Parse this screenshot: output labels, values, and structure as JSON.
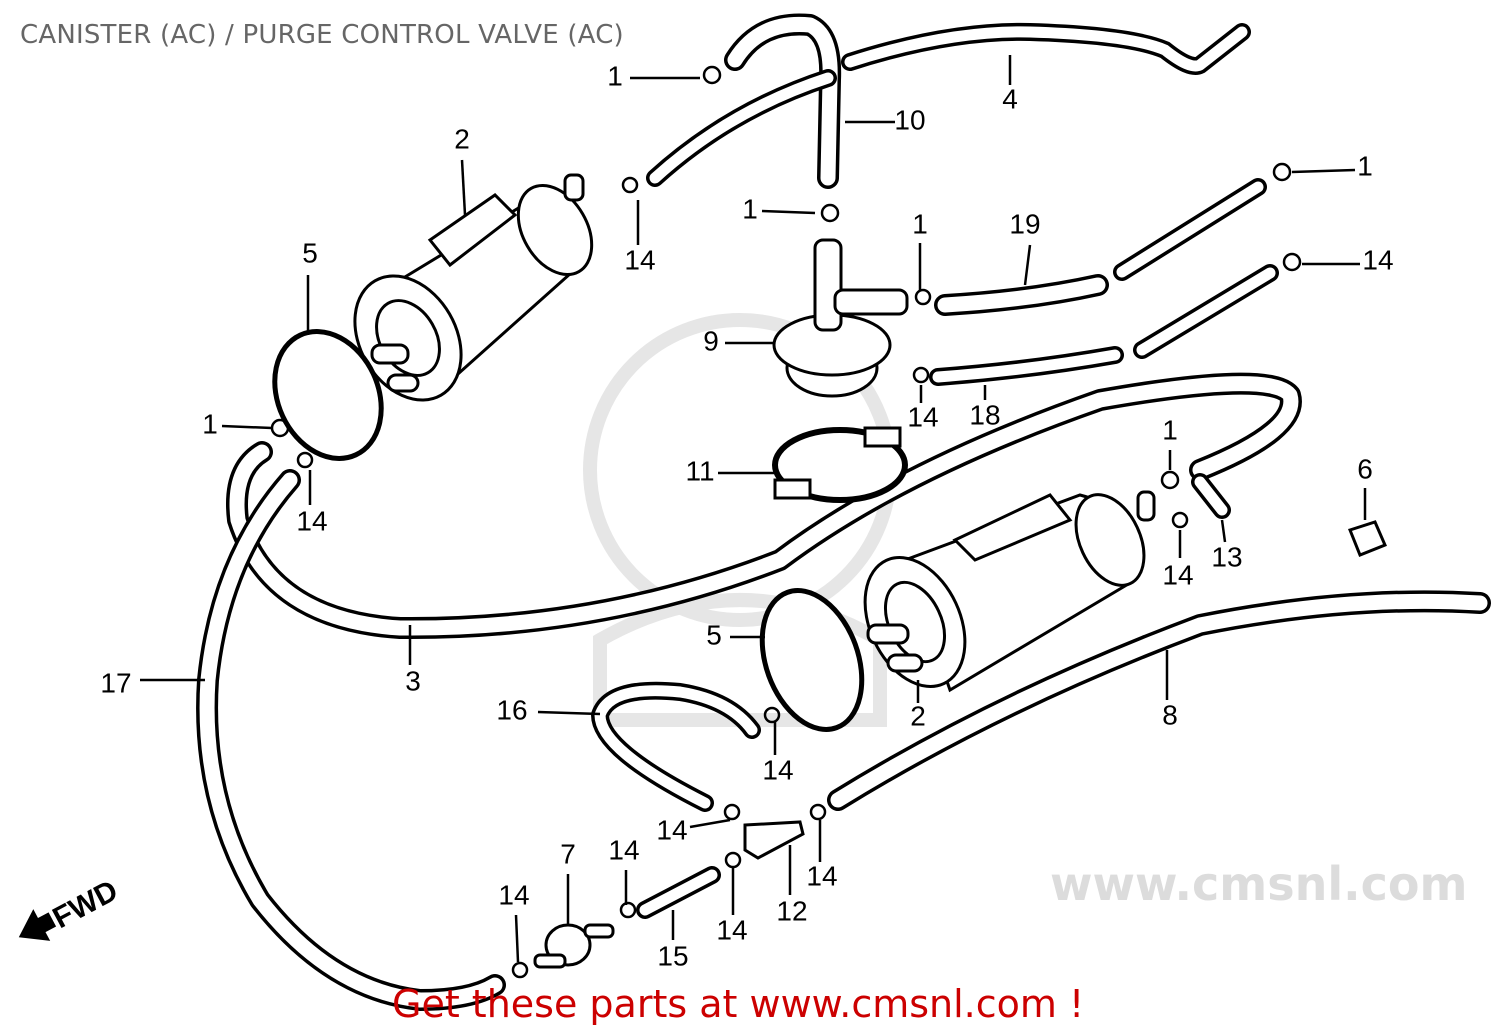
{
  "title": "CANISTER (AC) / PURGE CONTROL VALVE (AC)",
  "footer_link": "Get these parts at www.cmsnl.com !",
  "watermark_text": "www.cmsnl.com",
  "direction_marker": "FWD",
  "callouts": [
    "1",
    "10",
    "4",
    "2",
    "14",
    "1",
    "1",
    "19",
    "1",
    "14",
    "5",
    "9",
    "14",
    "18",
    "1",
    "14",
    "11",
    "1",
    "6",
    "14",
    "13",
    "5",
    "3",
    "17",
    "2",
    "8",
    "16",
    "14",
    "14",
    "14",
    "7",
    "14",
    "14",
    "12",
    "14",
    "15"
  ],
  "colors": {
    "title": "#666666",
    "footer": "#cc0000"
  }
}
